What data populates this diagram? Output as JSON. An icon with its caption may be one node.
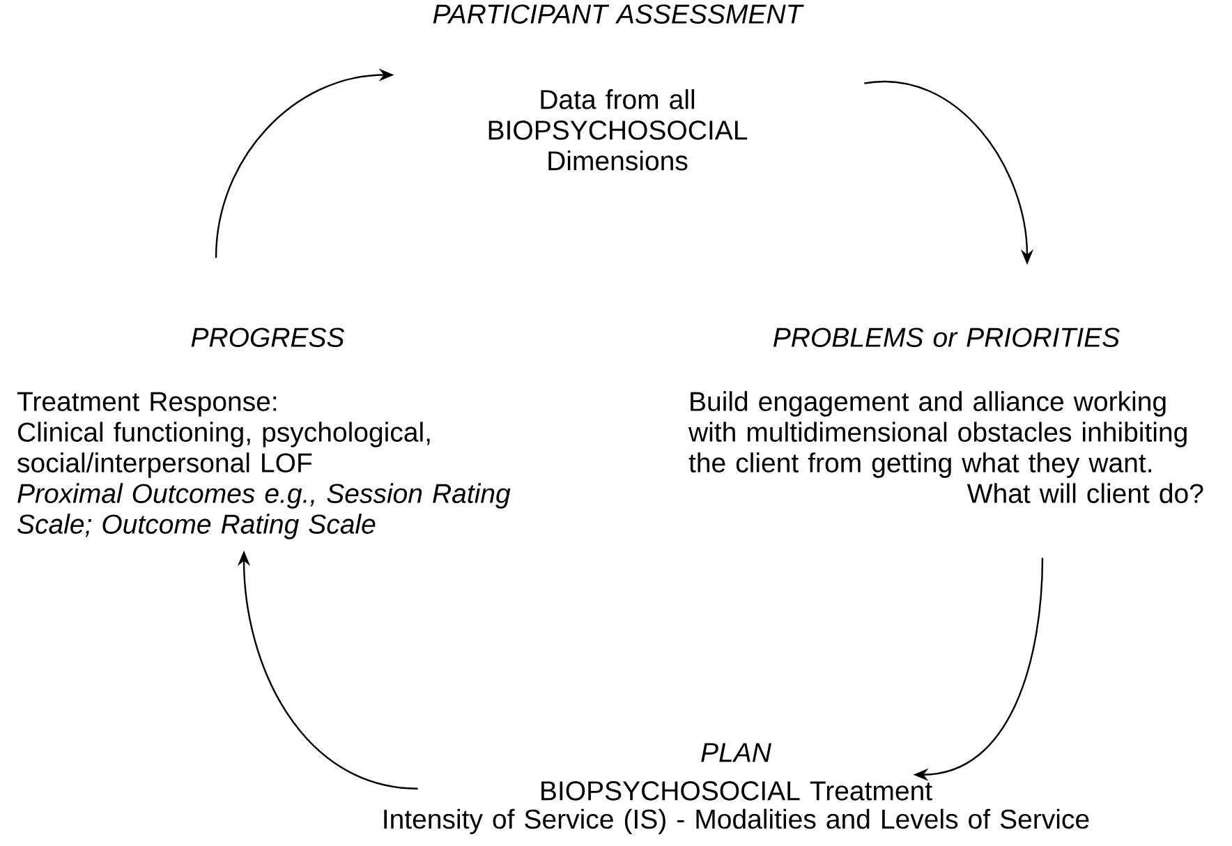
{
  "diagram": {
    "nodes": [
      {
        "text": [
          "PARTICIPANT ASSESSMENT",
          "Data from all BIOPSYCHOSOCIAL Dimensions"
        ]
      },
      {
        "text": [
          "PROBLEMS or PRIORITIES",
          "Build engagement and alliance working with multidimensional obstacles inhibiting the client from getting what they want.",
          "What will client do?"
        ]
      },
      {
        "text": [
          "PLAN",
          "BIOPSYCHOSOCIAL Treatment",
          "Intensity of Service (IS) - Modalities and Levels of Service"
        ]
      },
      {
        "text": [
          "PROGRESS",
          "Treatment Response:",
          "Clinical functioning, psychological, social/interpersonal LOF",
          "Proximal Outcomes e.g., Session Rating Scale; Outcome Rating Scale"
        ]
      }
    ],
    "edges": [
      {
        "from": 0,
        "to": 1,
        "arrow": "to"
      },
      {
        "from": 1,
        "to": 2,
        "arrow": "to"
      },
      {
        "from": 2,
        "to": 3,
        "arrow": "to"
      },
      {
        "from": 3,
        "to": 0,
        "arrow": "to"
      }
    ]
  }
}
